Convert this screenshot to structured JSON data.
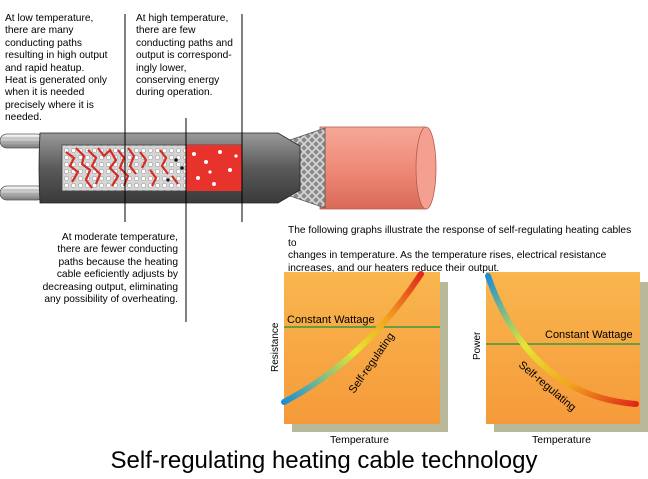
{
  "notes": {
    "low": "At low temperature,\nthere are many\nconducting paths\nresulting in high output\nand rapid heatup.\nHeat is generated only\nwhen it is needed\nprecisely where it is\nneeded.",
    "high": "At high temperature,\nthere are few\nconducting paths and\noutput is correspond-\ningly lower,\nconserving energy\nduring operation.",
    "moderate": "At moderate temperature,\nthere are fewer conducting\npaths because the heating\ncable eeficiently adjusts by\ndecreasing output, eliminating\nany possibility of overheating."
  },
  "graphs_intro": "The following graphs illustrate the response of self-regulating heating cables to\nchanges in temperature.  As the temperature rises, electrical resistance\nincreases, and our heaters reduce their output.",
  "graphs": [
    {
      "ylabel": "Resistance",
      "xlabel": "Temperature",
      "flat_line_label": "Constant Wattage",
      "curve_label": "Self-regulating"
    },
    {
      "ylabel": "Power",
      "xlabel": "Temperature",
      "flat_line_label": "Constant Wattage",
      "curve_label": "Self-regulating"
    }
  ],
  "title": "Self-regulating heating cable technology",
  "colors": {
    "cable_jacket": "#f08a78",
    "core_red": "#e8322c",
    "graph_orange": "#f7a844",
    "constant_line": "#3a9a3a",
    "shadow": "#b8b89a"
  }
}
